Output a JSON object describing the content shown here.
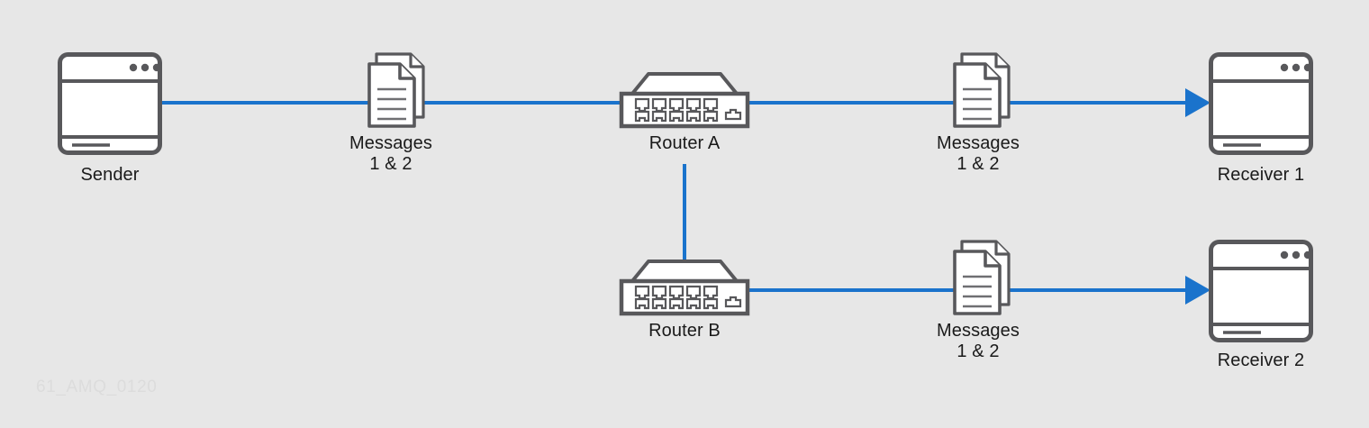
{
  "diagram": {
    "background_color": "#e7e7e7",
    "line_color": "#1a73cc",
    "icon_stroke_color": "#58585b",
    "icon_fill_color": "#ffffff",
    "label_color": "#1a1a1a",
    "watermark": "61_AMQ_0120"
  },
  "nodes": {
    "sender": {
      "label": "Sender",
      "icon": "computer-window-icon"
    },
    "messages_sender_to_router_a": {
      "label": "Messages\n1 & 2",
      "icon": "documents-stack-icon"
    },
    "router_a": {
      "label": "Router A",
      "icon": "router-switch-icon"
    },
    "messages_router_a_to_receiver_1": {
      "label": "Messages\n1 & 2",
      "icon": "documents-stack-icon"
    },
    "receiver_1": {
      "label": "Receiver 1",
      "icon": "computer-window-icon"
    },
    "router_b": {
      "label": "Router B",
      "icon": "router-switch-icon"
    },
    "messages_router_b_to_receiver_2": {
      "label": "Messages\n1 & 2",
      "icon": "documents-stack-icon"
    },
    "receiver_2": {
      "label": "Receiver 2",
      "icon": "computer-window-icon"
    }
  },
  "connections": [
    {
      "name": "sender-to-router-a",
      "from": "sender",
      "to": "router_a",
      "arrow": false
    },
    {
      "name": "router-a-to-receiver-1",
      "from": "router_a",
      "to": "receiver_1",
      "arrow": true
    },
    {
      "name": "router-a-to-router-b",
      "from": "router_a",
      "to": "router_b",
      "arrow": false
    },
    {
      "name": "router-b-to-receiver-2",
      "from": "router_b",
      "to": "receiver_2",
      "arrow": true
    }
  ]
}
